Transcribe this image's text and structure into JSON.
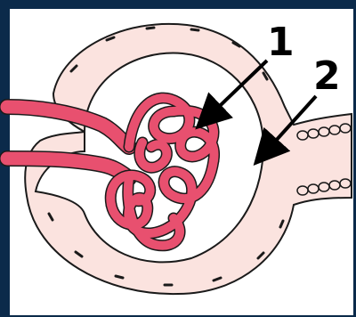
{
  "labels": [
    {
      "id": "1",
      "text": "1"
    },
    {
      "id": "2",
      "text": "2"
    }
  ],
  "colors": {
    "frame": "#0b2a4a",
    "capsule_fill": "#fbe3df",
    "capillary": "#e8506f",
    "outline": "#1a1a1a",
    "arrow": "#000000"
  }
}
